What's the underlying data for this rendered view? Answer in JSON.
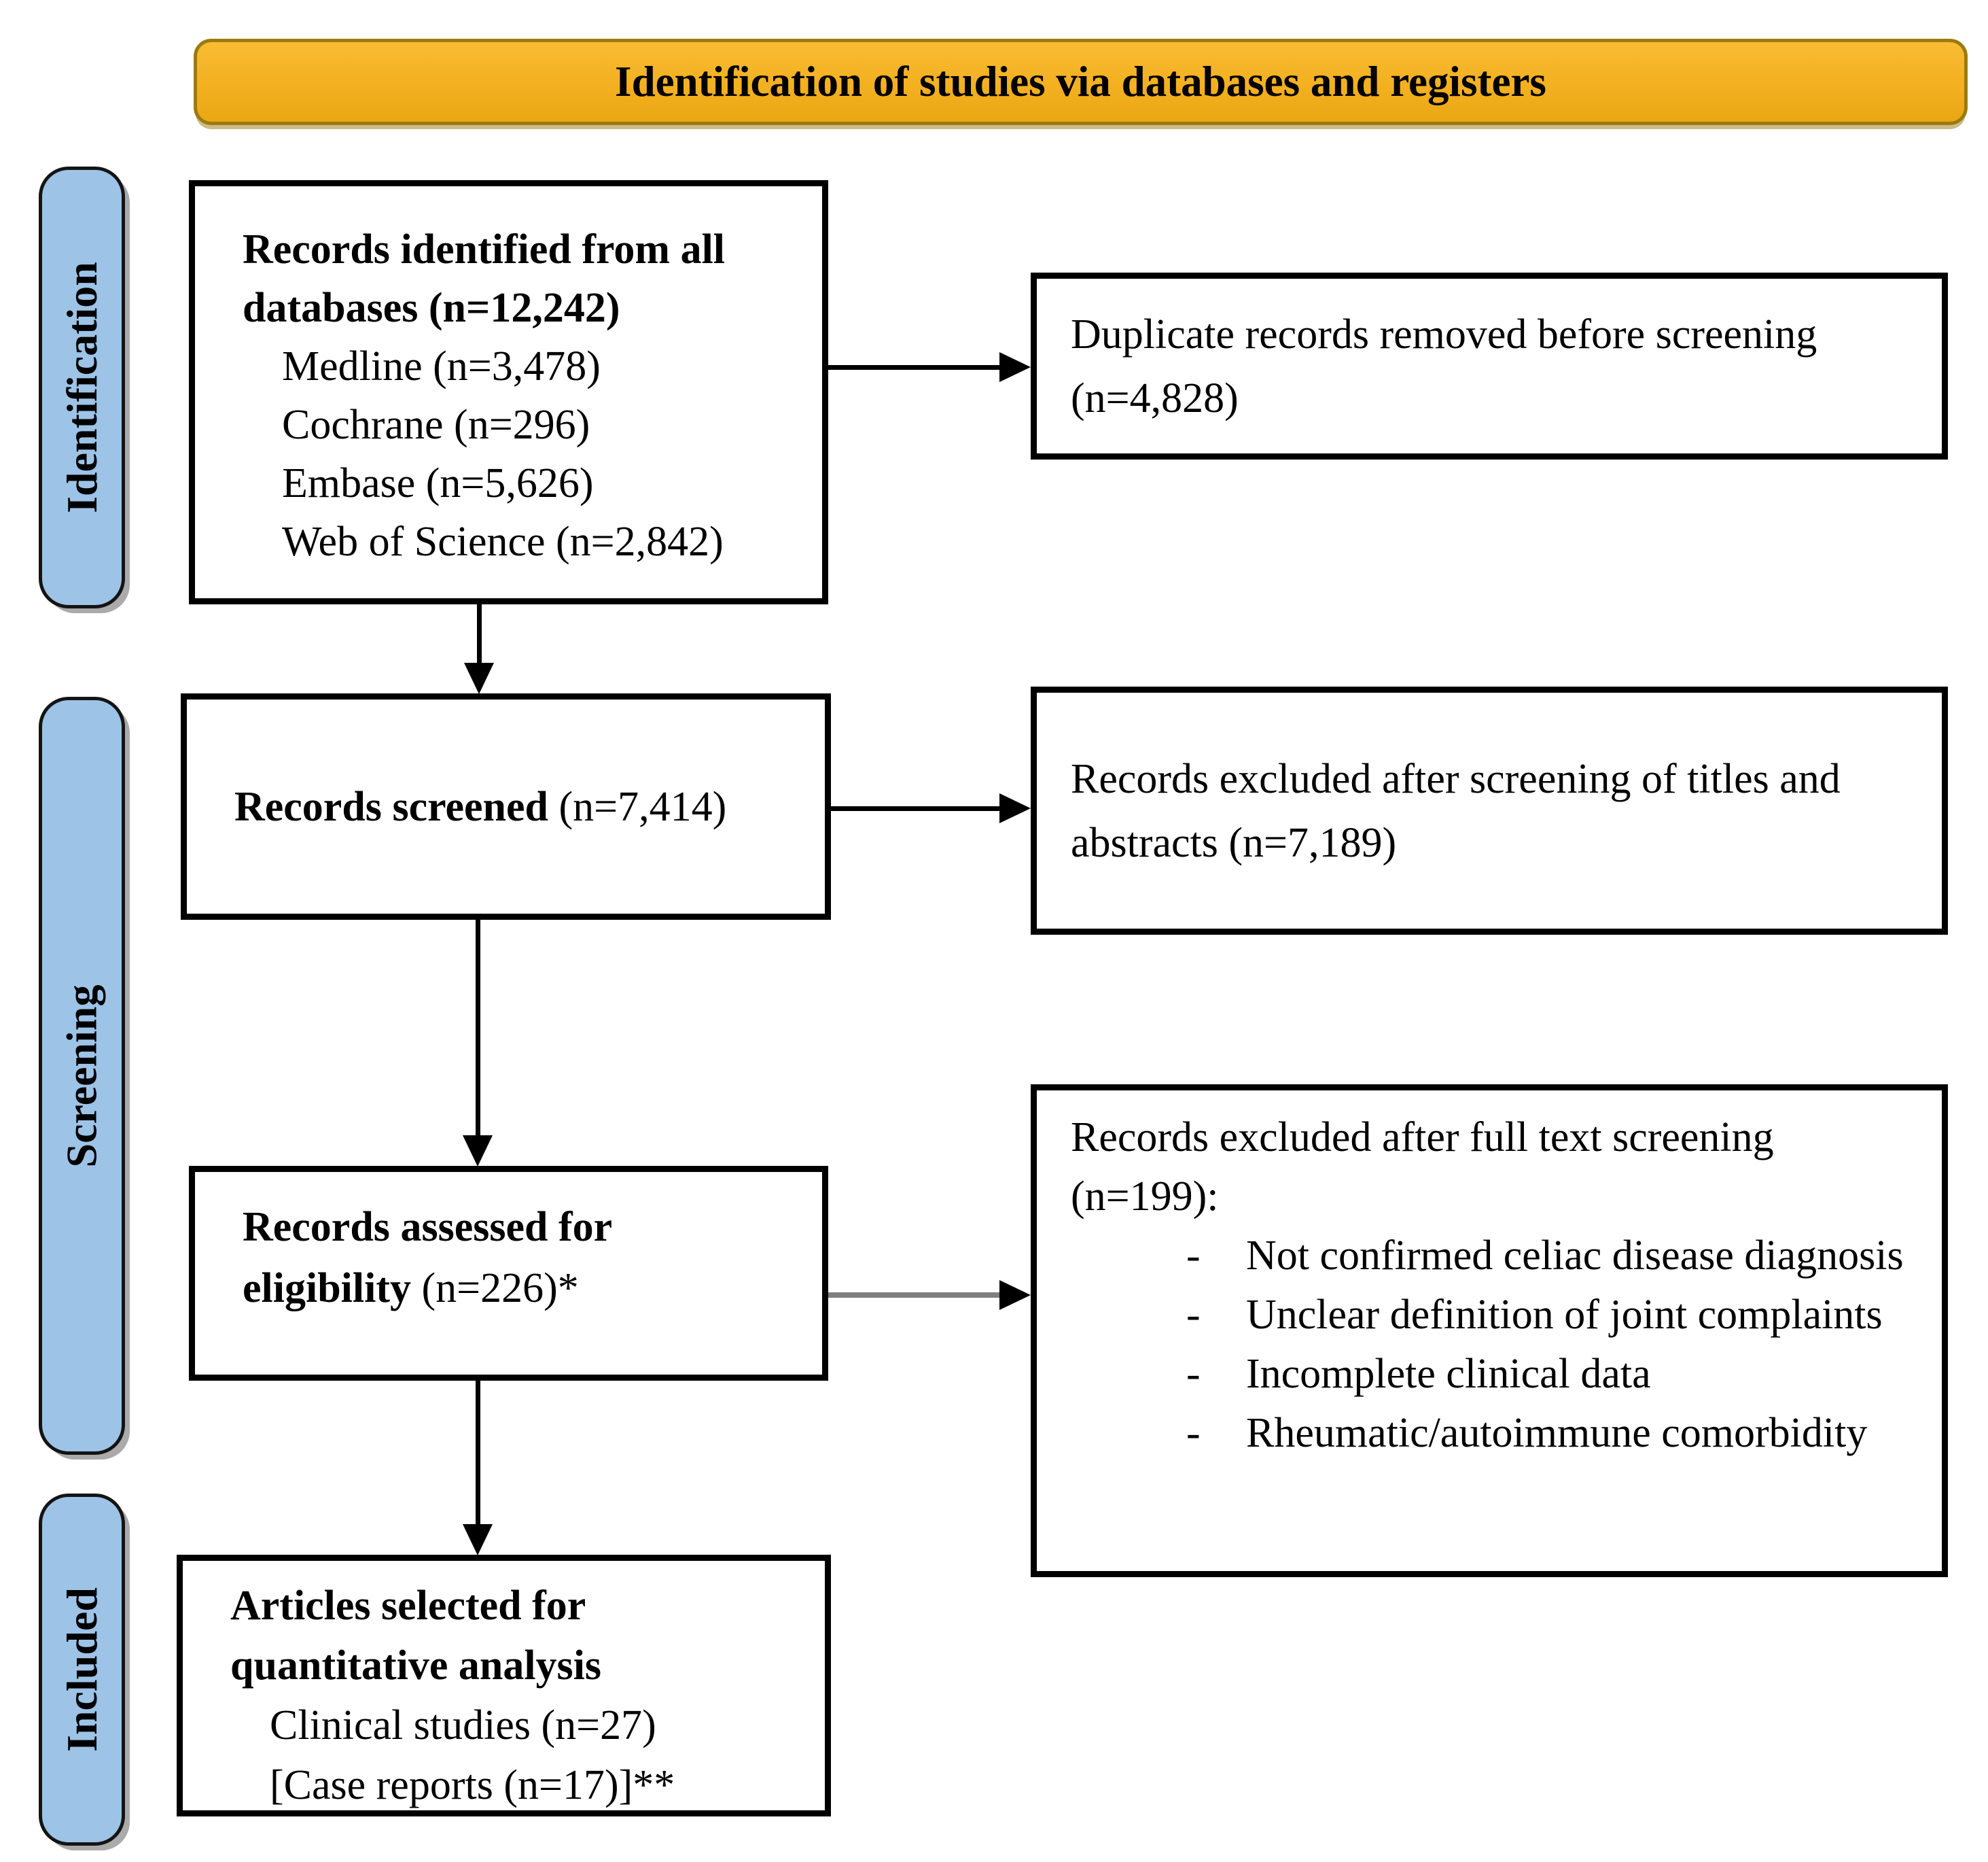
{
  "banner": {
    "title": "Identification of studies via databases and registers"
  },
  "sidebar": {
    "stages": [
      {
        "label": "Identification"
      },
      {
        "label": "Screening"
      },
      {
        "label": "Included"
      }
    ]
  },
  "flow": {
    "box1": {
      "title": "Records identified from all databases (n=12,242)",
      "items": [
        "Medline (n=3,478)",
        "Cochrane (n=296)",
        "Embase (n=5,626)",
        "Web of Science (n=2,842)"
      ]
    },
    "box2": {
      "bold": "Records screened",
      "rest": "(n=7,414)"
    },
    "box3": {
      "bold": "Records assessed for eligibility",
      "rest": "(n=226)*"
    },
    "box4": {
      "title": "Articles selected for quantitative analysis",
      "items": [
        "Clinical studies (n=27)",
        "[Case reports (n=17)]**"
      ]
    },
    "side1": {
      "text": "Duplicate records removed before screening (n=4,828)"
    },
    "side2": {
      "text": "Records excluded after screening of titles and abstracts (n=7,189)"
    },
    "side3": {
      "intro": "Records excluded after full text screening (n=199):",
      "dash": "-",
      "bullets": [
        "Not confirmed celiac disease diagnosis",
        "Unclear definition of joint complaints",
        "Incomplete clinical data",
        "Rheumatic/autoimmune comorbidity"
      ]
    }
  },
  "colors": {
    "banner_fill": "#F3B020",
    "banner_fill_light": "#F8BC33",
    "banner_fill_dark": "#EAA714",
    "banner_border": "#9C7A10",
    "stage_fill": "#9DC3E6",
    "arrow_gray": "#7F7F7F"
  }
}
